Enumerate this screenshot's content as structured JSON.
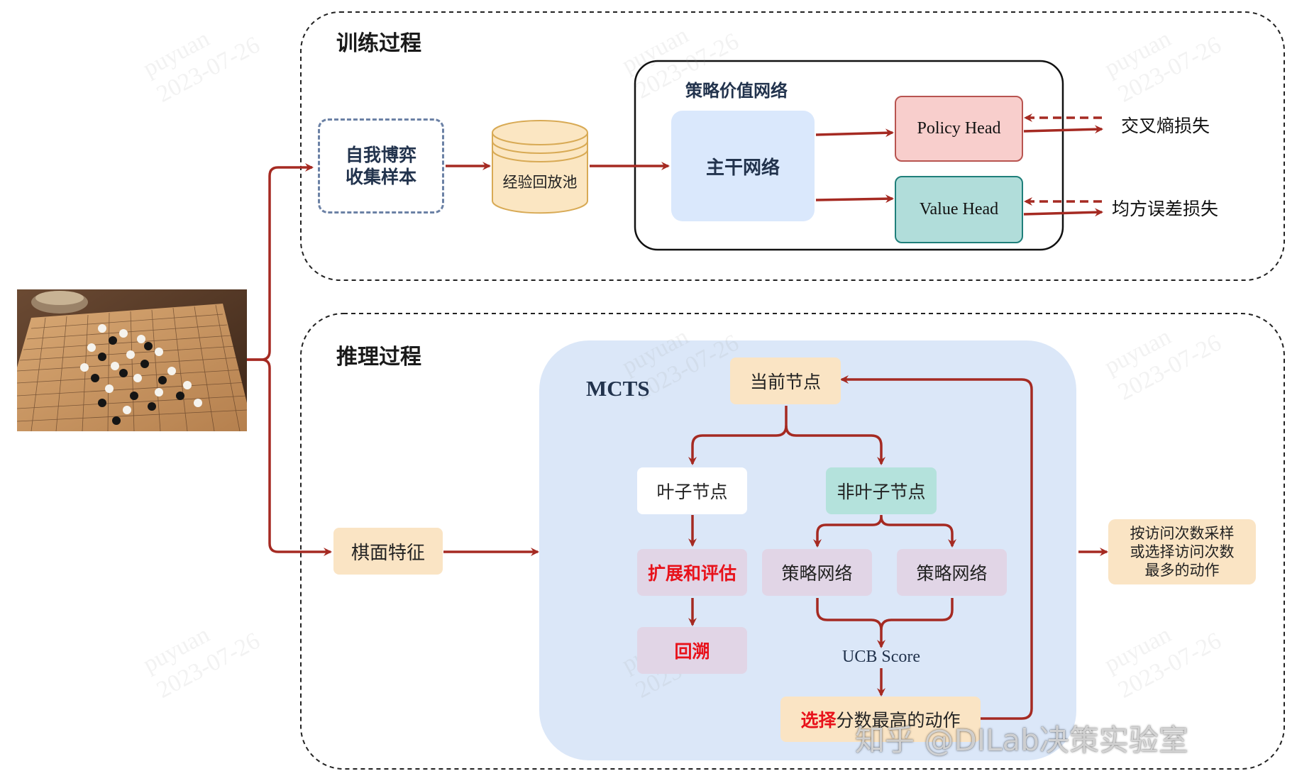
{
  "training": {
    "title": "训练过程",
    "selfplay_line1": "自我博弈",
    "selfplay_line2": "收集样本",
    "buffer": "经验回放池",
    "network_title": "策略价值网络",
    "backbone": "主干网络",
    "policy_head": "Policy Head",
    "value_head": "Value Head",
    "loss_policy": "交叉熵损失",
    "loss_value": "均方误差损失"
  },
  "inference": {
    "title": "推理过程",
    "board_feature": "棋面特征",
    "mcts_label": "MCTS",
    "current_node": "当前节点",
    "leaf_node": "叶子节点",
    "nonleaf_node": "非叶子节点",
    "expand_eval": "扩展和评估",
    "backprop": "回溯",
    "policy_net_1": "策略网络",
    "policy_net_2": "策略网络",
    "ucb_score": "UCB Score",
    "select_prefix": "选择",
    "select_rest": "分数最高的动作",
    "output_line1": "按访问次数采样",
    "output_line2": "或选择访问次数",
    "output_line3": "最多的动作"
  },
  "watermark": {
    "user": "puyuan",
    "date": "2023-07-26",
    "zhihu": "知乎 @DILab决策实验室"
  },
  "colors": {
    "arrow": "#a52a22",
    "red_text": "#e8121b",
    "navy_text": "#22334d",
    "buffer_fill": "#fbe6c2",
    "backbone_fill": "#dae8fc",
    "policy_fill": "#f8cecc",
    "value_fill": "#b1ddda",
    "mcts_bg": "#dbe7f8",
    "peach": "#fae4c4",
    "mint": "#b4e2dc",
    "lilac": "#e1d5e6"
  },
  "icons": {
    "board_image": "go-board-image",
    "buffer": "database-cylinder-icon"
  }
}
